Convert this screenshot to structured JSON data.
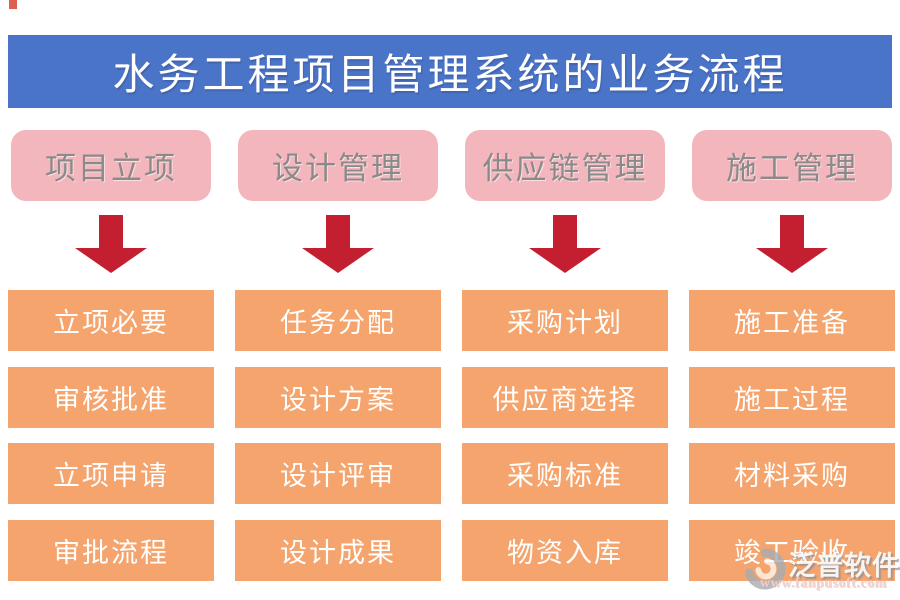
{
  "page": {
    "title": "水务工程项目管理系统的业务流程"
  },
  "colors": {
    "banner_blue": "#4a74c8",
    "title_text": "#ffffff",
    "header_pink": "#f4b6bd",
    "header_text_gray": "#8a8a8a",
    "box_orange": "#f4a46c",
    "box_text": "#ffffff",
    "arrow_red": "#c41f30"
  },
  "columns": [
    {
      "header": "项目立项",
      "items": [
        "立项必要",
        "审核批准",
        "立项申请",
        "审批流程"
      ]
    },
    {
      "header": "设计管理",
      "items": [
        "任务分配",
        "设计方案",
        "设计评审",
        "设计成果"
      ]
    },
    {
      "header": "供应链管理",
      "items": [
        "采购计划",
        "供应商选择",
        "采购标准",
        "物资入库"
      ]
    },
    {
      "header": "施工管理",
      "items": [
        "施工准备",
        "施工过程",
        "材料采购",
        "竣工验收"
      ]
    }
  ],
  "watermark": {
    "brand": "泛普软件",
    "url": "www.fanpusoft.com"
  }
}
